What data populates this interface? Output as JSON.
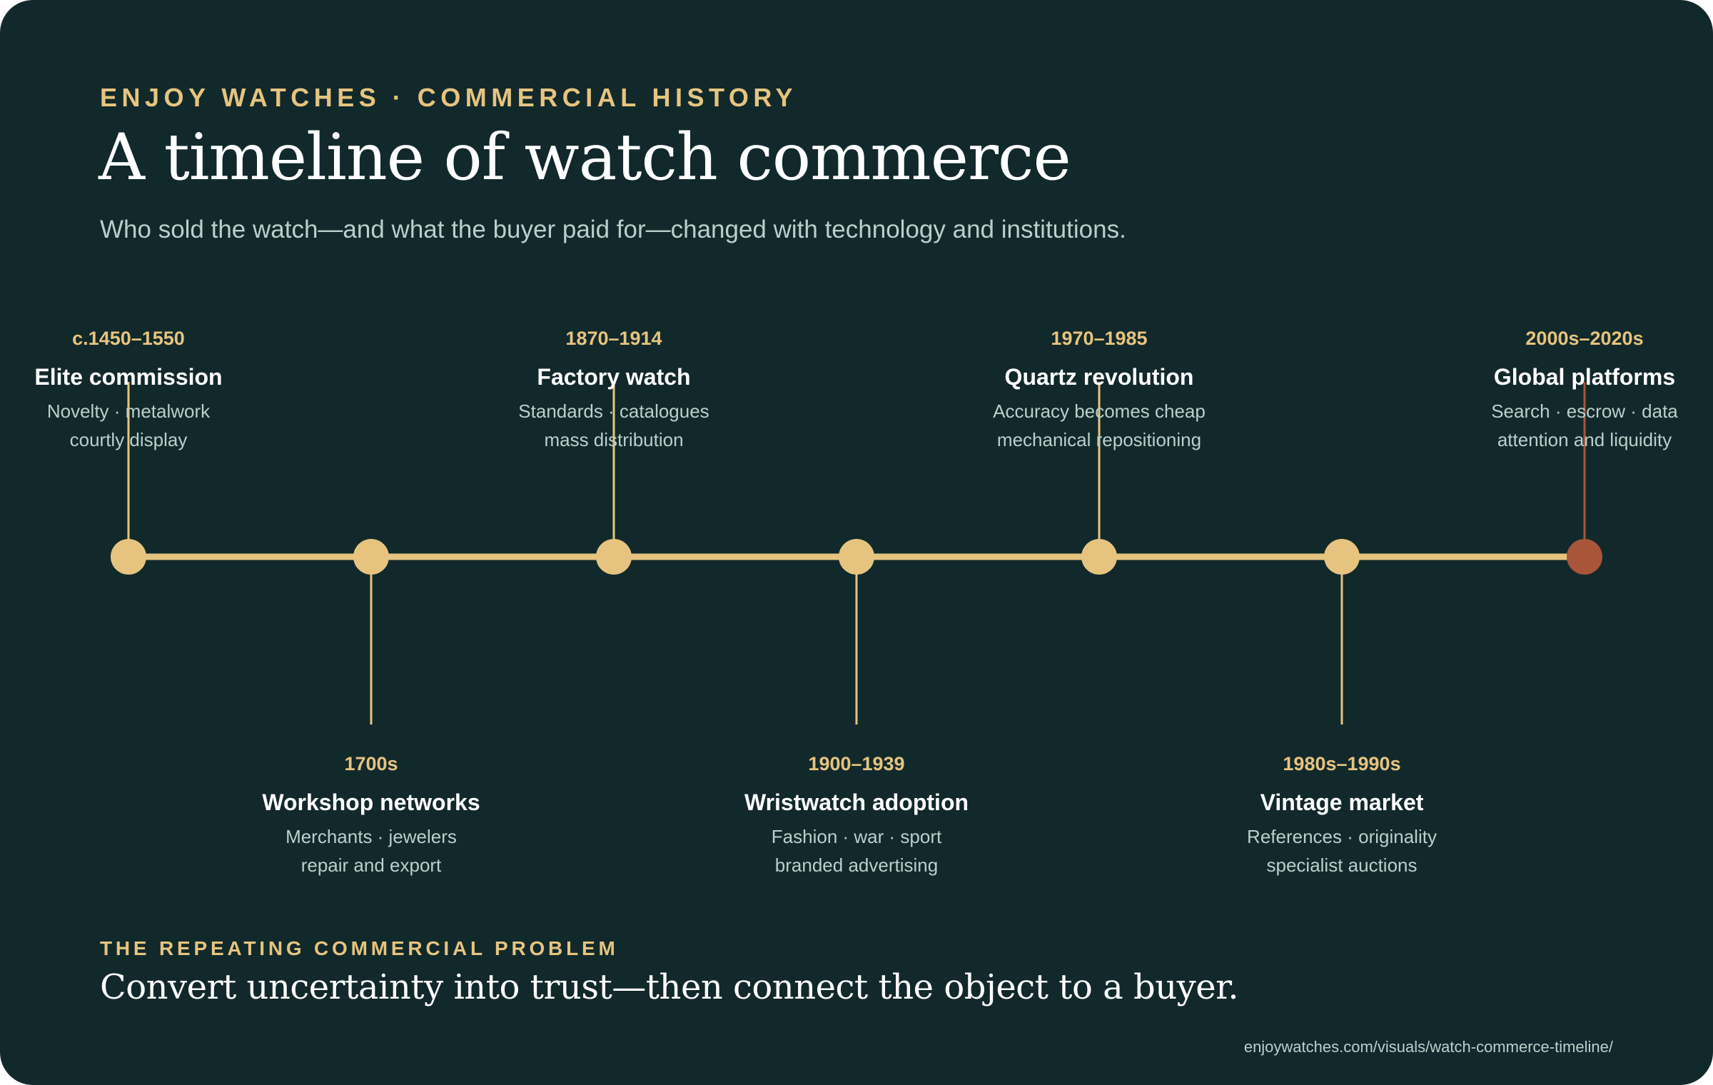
{
  "header": {
    "eyebrow": "ENJOY WATCHES · COMMERCIAL HISTORY",
    "title": "A timeline of watch commerce",
    "subtitle": "Who sold the watch—and what the buyer paid for—changed with technology and institutions."
  },
  "colors": {
    "background": "#12292b",
    "accent": "#e6c47f",
    "highlight": "#a9553a",
    "text": "#ffffff",
    "muted": "#b9cfca"
  },
  "timeline": {
    "events": [
      {
        "date": "c.1450–1550",
        "name": "Elite commission",
        "lines": [
          "Novelty · metalwork",
          "courtly display"
        ],
        "side": "above"
      },
      {
        "date": "1700s",
        "name": "Workshop networks",
        "lines": [
          "Merchants · jewelers",
          "repair and export"
        ],
        "side": "below"
      },
      {
        "date": "1870–1914",
        "name": "Factory watch",
        "lines": [
          "Standards · catalogues",
          "mass distribution"
        ],
        "side": "above"
      },
      {
        "date": "1900–1939",
        "name": "Wristwatch adoption",
        "lines": [
          "Fashion · war · sport",
          "branded advertising"
        ],
        "side": "below"
      },
      {
        "date": "1970–1985",
        "name": "Quartz revolution",
        "lines": [
          "Accuracy becomes cheap",
          "mechanical repositioning"
        ],
        "side": "above"
      },
      {
        "date": "1980s–1990s",
        "name": "Vintage market",
        "lines": [
          "References · originality",
          "specialist auctions"
        ],
        "side": "below"
      },
      {
        "date": "2000s–2020s",
        "name": "Global platforms",
        "lines": [
          "Search · escrow · data",
          "attention and liquidity"
        ],
        "side": "above",
        "highlight": true
      }
    ]
  },
  "footer": {
    "label": "THE REPEATING COMMERCIAL PROBLEM",
    "quote": "Convert uncertainty into trust—then connect the object to a buyer.",
    "source": "enjoywatches.com/visuals/watch-commerce-timeline/"
  }
}
